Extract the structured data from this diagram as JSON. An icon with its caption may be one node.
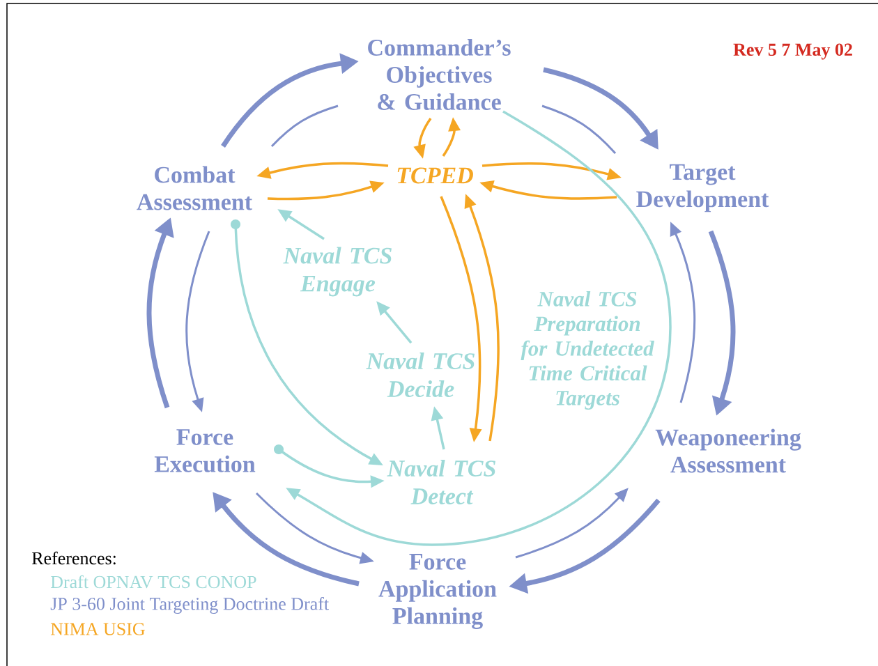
{
  "diagram": {
    "nodes": [
      {
        "text": [
          "Commander’s Objectives & Guidance"
        ]
      },
      {
        "text": [
          "TCPED"
        ]
      },
      {
        "text": [
          "Combat Assessment"
        ]
      },
      {
        "text": [
          "Target Development"
        ]
      },
      {
        "text": [
          "Naval TCS Engage"
        ]
      },
      {
        "text": [
          "Naval TCS Decide"
        ]
      },
      {
        "text": [
          "Naval TCS Preparation for Undetected Time Critical Targets"
        ]
      },
      {
        "text": [
          "Force Execution"
        ]
      },
      {
        "text": [
          "Weaponeering Assessment"
        ]
      },
      {
        "text": [
          "Naval TCS Detect"
        ]
      },
      {
        "text": [
          "Force Application Planning"
        ]
      }
    ],
    "edges": [
      {
        "from": 2,
        "to": 0,
        "arrow": "to",
        "style": "thick"
      },
      {
        "from": 0,
        "to": 3,
        "arrow": "to",
        "style": "thick"
      },
      {
        "from": 3,
        "to": 8,
        "arrow": "to",
        "style": "thick"
      },
      {
        "from": 8,
        "to": 10,
        "arrow": "to",
        "style": "thick"
      },
      {
        "from": 10,
        "to": 7,
        "arrow": "to",
        "style": "thick"
      },
      {
        "from": 7,
        "to": 2,
        "arrow": "to",
        "style": "thick"
      },
      {
        "from": 0,
        "to": 2,
        "arrow": "none"
      },
      {
        "from": 0,
        "to": 3,
        "arrow": "none"
      },
      {
        "from": 8,
        "to": 3,
        "arrow": "to"
      },
      {
        "from": 2,
        "to": 7,
        "arrow": "to"
      },
      {
        "from": 7,
        "to": 10,
        "arrow": "to"
      },
      {
        "from": 10,
        "to": 8,
        "arrow": "to"
      },
      {
        "from": 0,
        "to": 1,
        "arrow": "to",
        "color": "#f5a623"
      },
      {
        "from": 1,
        "to": 0,
        "arrow": "to",
        "color": "#f5a623"
      },
      {
        "from": 1,
        "to": 2,
        "arrow": "to",
        "color": "#f5a623"
      },
      {
        "from": 2,
        "to": 1,
        "arrow": "to",
        "color": "#f5a623"
      },
      {
        "from": 1,
        "to": 3,
        "arrow": "to",
        "color": "#f5a623"
      },
      {
        "from": 3,
        "to": 1,
        "arrow": "to",
        "color": "#f5a623"
      },
      {
        "from": 1,
        "to": 9,
        "arrow": "to",
        "color": "#f5a623"
      },
      {
        "from": 9,
        "to": 1,
        "arrow": "to",
        "color": "#f5a623"
      },
      {
        "from": 4,
        "to": 2,
        "arrow": "to",
        "color": "#9dd9d7"
      },
      {
        "from": 5,
        "to": 4,
        "arrow": "to",
        "color": "#9dd9d7"
      },
      {
        "from": 9,
        "to": 5,
        "arrow": "to",
        "color": "#9dd9d7"
      },
      {
        "from": 2,
        "to": 9,
        "arrow": "to",
        "color": "#9dd9d7"
      },
      {
        "from": 7,
        "to": 9,
        "arrow": "to",
        "color": "#9dd9d7"
      },
      {
        "from": 0,
        "to": 7,
        "arrow": "to",
        "color": "#9dd9d7"
      }
    ],
    "labels": [
      "Rev 5  7 May 02",
      "References:"
    ],
    "legend": [
      {
        "text": "Draft OPNAV TCS CONOP",
        "color": "#9dd9d7"
      },
      {
        "text": "JP 3-60 Joint Targeting Doctrine Draft",
        "color": "#7f8fca"
      },
      {
        "text": "NIMA USIG",
        "color": "#f5a623"
      }
    ]
  }
}
